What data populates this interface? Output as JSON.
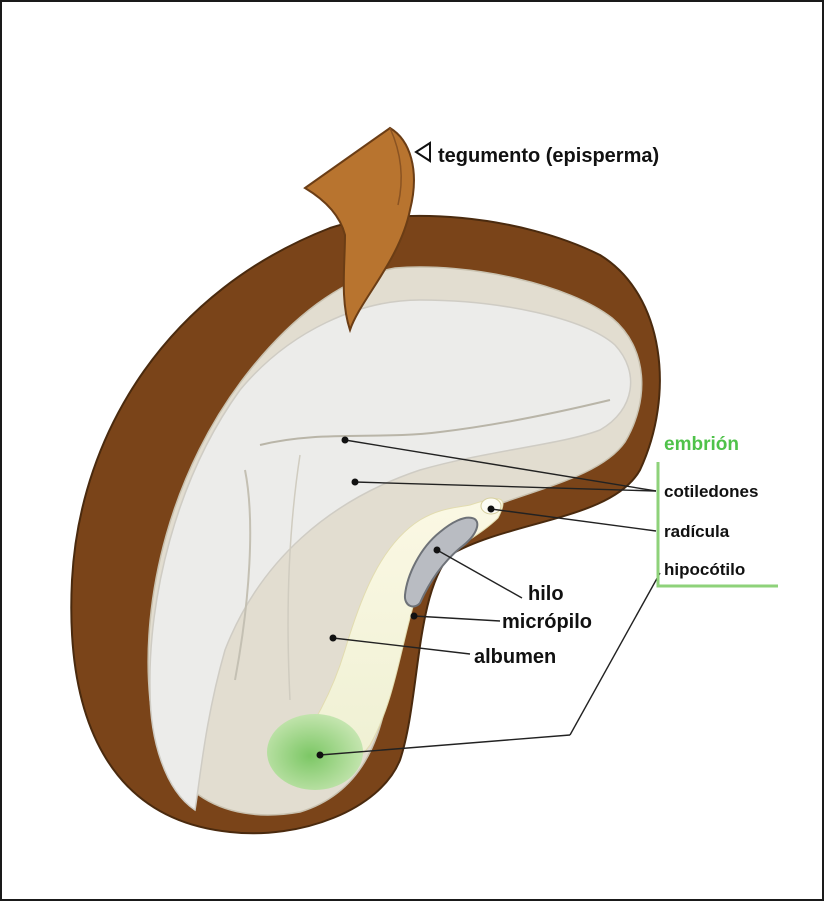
{
  "labels": {
    "tegumento": "tegumento (episperma)",
    "embrion": "embrión",
    "cotiledones": "cotiledones",
    "radicula": "radícula",
    "hipocotilo": "hipocótilo",
    "hilo": "hilo",
    "micropilo": "micrópilo",
    "albumen": "albumen"
  },
  "colors": {
    "seed_coat": "#7a4419",
    "seed_coat_flap": "#b8742f",
    "albumen": "#e2ddd0",
    "cotyledon": "#ececea",
    "embryo_axis": "#f6f2d8",
    "hypocotyl_green": "#8fcf7a",
    "hilum": "#b9bcc2",
    "embrion_green": "#4fc24a"
  }
}
